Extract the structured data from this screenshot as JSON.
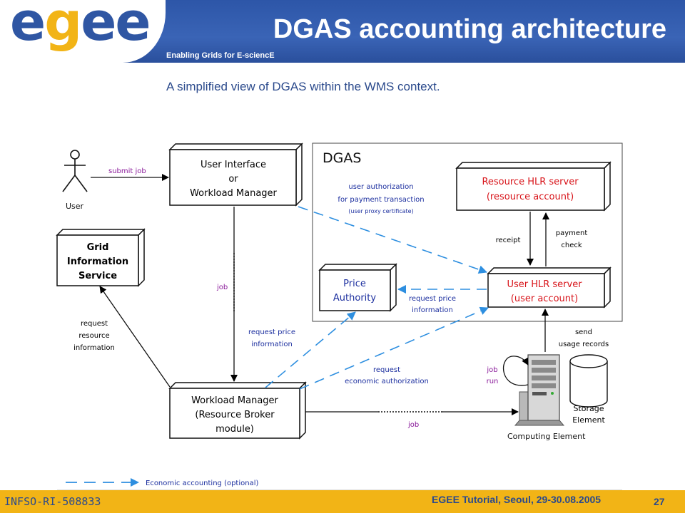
{
  "header": {
    "logo": "egee",
    "tagline": "Enabling Grids for E-sciencE",
    "title": "DGAS accounting architecture"
  },
  "subtitle": "A simplified view of DGAS within the WMS context.",
  "diagram": {
    "dgas_label": "DGAS",
    "user_label": "User",
    "ui_wm": [
      "User Interface",
      "or",
      "Workload Manager"
    ],
    "gis": [
      "Grid",
      "Information",
      "Service"
    ],
    "resource_hlr": [
      "Resource HLR server",
      "(resource account)"
    ],
    "user_hlr": [
      "User HLR server",
      "(user account)"
    ],
    "price_authority": [
      "Price",
      "Authority"
    ],
    "wm_rb": [
      "Workload Manager",
      "(Resource Broker",
      "module)"
    ],
    "computing_element": "Computing Element",
    "storage_element": [
      "Storage",
      "Element"
    ],
    "labels": {
      "submit_job": "submit job",
      "job_vertical": "job",
      "job_horizontal": "job",
      "job_run": [
        "job",
        "run"
      ],
      "user_auth": [
        "user authorization",
        "for payment transaction",
        "(user proxy certificate)"
      ],
      "receipt": "receipt",
      "payment_check": [
        "payment",
        "check"
      ],
      "request_price_inner": [
        "request price",
        "information"
      ],
      "request_price_outer": [
        "request price",
        "information"
      ],
      "request_econ": [
        "request",
        "economic authorization"
      ],
      "request_resource": [
        "request",
        "resource",
        "information"
      ],
      "send_usage": [
        "send",
        "usage records"
      ]
    },
    "legend": "Economic accounting (optional)",
    "colors": {
      "red": "#d8141a",
      "blue": "#1c2f9f",
      "purple": "#8a1a9a",
      "dashed": "#2e8fe0"
    }
  },
  "footer": {
    "left": "INFSO-RI-508833",
    "center": "EGEE Tutorial, Seoul, 29-30.08.2005",
    "page": "27"
  }
}
